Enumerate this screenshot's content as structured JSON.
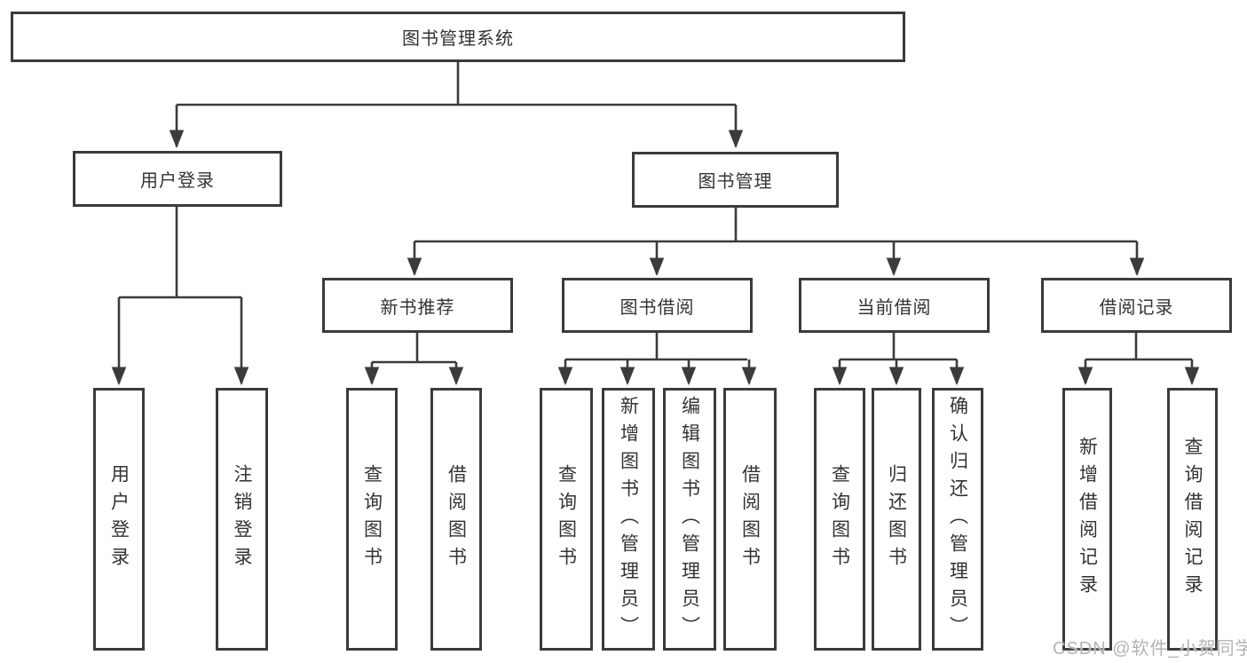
{
  "diagram": {
    "title": "图书管理系统",
    "tree": {
      "root": "图书管理系统",
      "branches": [
        {
          "label": "用户登录",
          "children": [
            "用户登录",
            "注销登录"
          ]
        },
        {
          "label": "图书管理",
          "groups": [
            {
              "label": "新书推荐",
              "children": [
                "查询图书",
                "借阅图书"
              ]
            },
            {
              "label": "图书借阅",
              "children": [
                "查询图书",
                "新增图书（管理员）",
                "编辑图书（管理员）",
                "借阅图书"
              ]
            },
            {
              "label": "当前借阅",
              "children": [
                "查询图书",
                "归还图书",
                "确认归还（管理员）"
              ]
            },
            {
              "label": "借阅记录",
              "children": [
                "新增借阅记录",
                "查询借阅记录"
              ]
            }
          ]
        }
      ]
    },
    "colors": {
      "line": "#3b3b3b",
      "text": "#333333",
      "background": "#ffffff",
      "watermark_text": "#b3b3b3"
    }
  },
  "watermark": "CSDN @软件_小贺同学"
}
